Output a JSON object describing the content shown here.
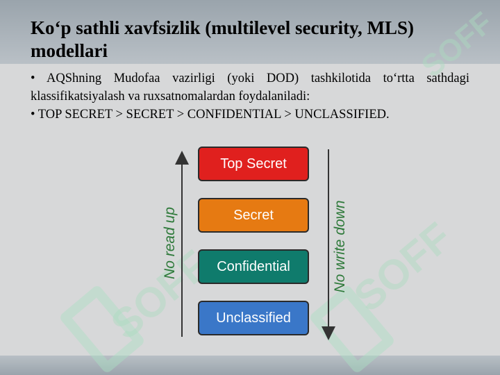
{
  "slide": {
    "title": "Ko‘p sathli xavfsizlik (multilevel security,  MLS) modellari",
    "bullet1": "• AQShning Mudofaa vazirligi (yoki DOD) tashkilotida  to‘rtta sathdagi klassifikatsiyalash va ruxsatnomalardan  foydalaniladi:",
    "bullet2": "• TOP SECRET > SECRET > CONFIDENTIAL > UNCLASSIFIED."
  },
  "diagram": {
    "levels": [
      {
        "label": "Top Secret",
        "color": "#e0201e"
      },
      {
        "label": "Secret",
        "color": "#e67a12"
      },
      {
        "label": "Confidential",
        "color": "#0f7b6c"
      },
      {
        "label": "Unclassified",
        "color": "#3a77c8"
      }
    ],
    "left_label": "No read up",
    "right_label": "No write down",
    "label_color": "#2f7a3b"
  },
  "watermark": {
    "text": "SOFF"
  }
}
